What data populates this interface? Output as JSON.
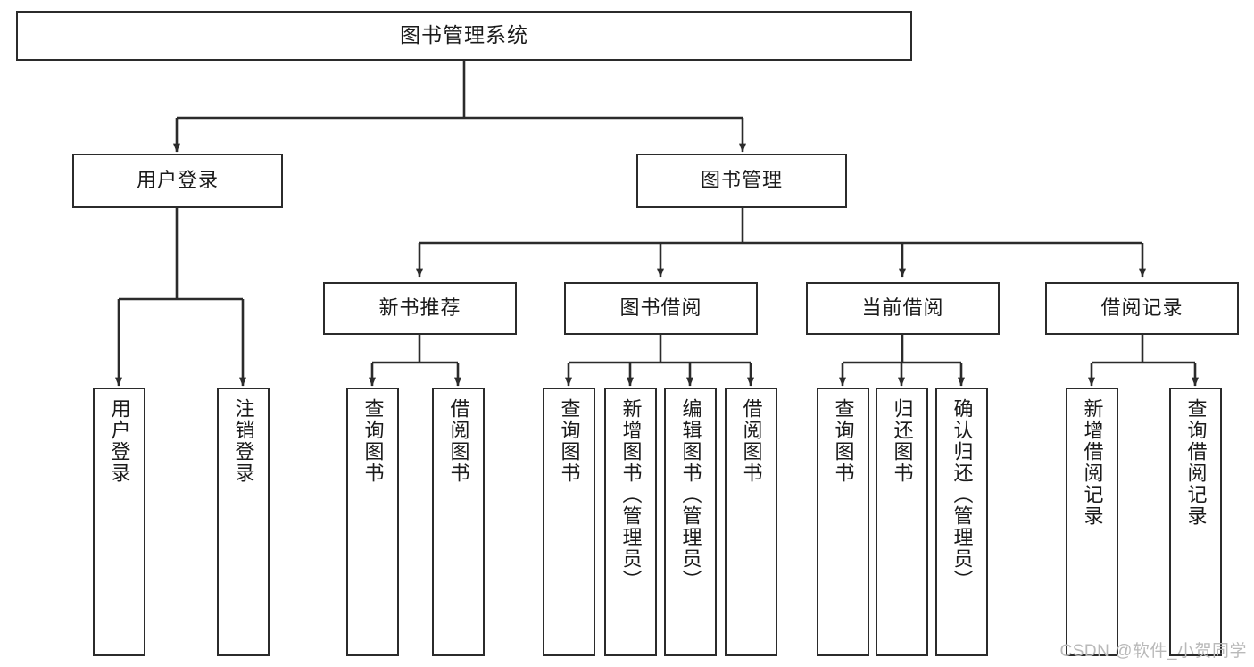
{
  "diagram": {
    "type": "tree-hierarchy-chart",
    "title": "图书管理系统",
    "root": {
      "label": "图书管理系统"
    },
    "level2": [
      {
        "id": "user-login",
        "label": "用户登录"
      },
      {
        "id": "book-management",
        "label": "图书管理"
      }
    ],
    "level3": [
      {
        "id": "new-book-recommend",
        "label": "新书推荐"
      },
      {
        "id": "book-borrow",
        "label": "图书借阅"
      },
      {
        "id": "current-borrow",
        "label": "当前借阅"
      },
      {
        "id": "borrow-record",
        "label": "借阅记录"
      }
    ],
    "leaves": [
      {
        "id": "leaf-user-login",
        "label": "用户登录",
        "parent": "user-login"
      },
      {
        "id": "leaf-logout-login",
        "label": "注销登录",
        "parent": "user-login"
      },
      {
        "id": "leaf-query-book-1",
        "label": "查询图书",
        "parent": "new-book-recommend"
      },
      {
        "id": "leaf-borrow-book-1",
        "label": "借阅图书",
        "parent": "new-book-recommend"
      },
      {
        "id": "leaf-query-book-2",
        "label": "查询图书",
        "parent": "book-borrow"
      },
      {
        "id": "leaf-add-book",
        "label": "新增图书（管理员）",
        "parent": "book-borrow"
      },
      {
        "id": "leaf-edit-book",
        "label": "编辑图书（管理员）",
        "parent": "book-borrow"
      },
      {
        "id": "leaf-borrow-book-2",
        "label": "借阅图书",
        "parent": "book-borrow"
      },
      {
        "id": "leaf-query-book-3",
        "label": "查询图书",
        "parent": "current-borrow"
      },
      {
        "id": "leaf-return-book",
        "label": "归还图书",
        "parent": "current-borrow"
      },
      {
        "id": "leaf-confirm-return",
        "label": "确认归还（管理员）",
        "parent": "current-borrow"
      },
      {
        "id": "leaf-add-record",
        "label": "新增借阅记录",
        "parent": "borrow-record"
      },
      {
        "id": "leaf-query-record",
        "label": "查询借阅记录",
        "parent": "borrow-record"
      }
    ],
    "colors": {
      "stroke": "#2b2b2b",
      "fill": "#ffffff",
      "text": "#1b1b1b",
      "watermark": "#b9b9b9"
    }
  },
  "watermark": {
    "text": "CSDN @软件_小贺同学"
  }
}
